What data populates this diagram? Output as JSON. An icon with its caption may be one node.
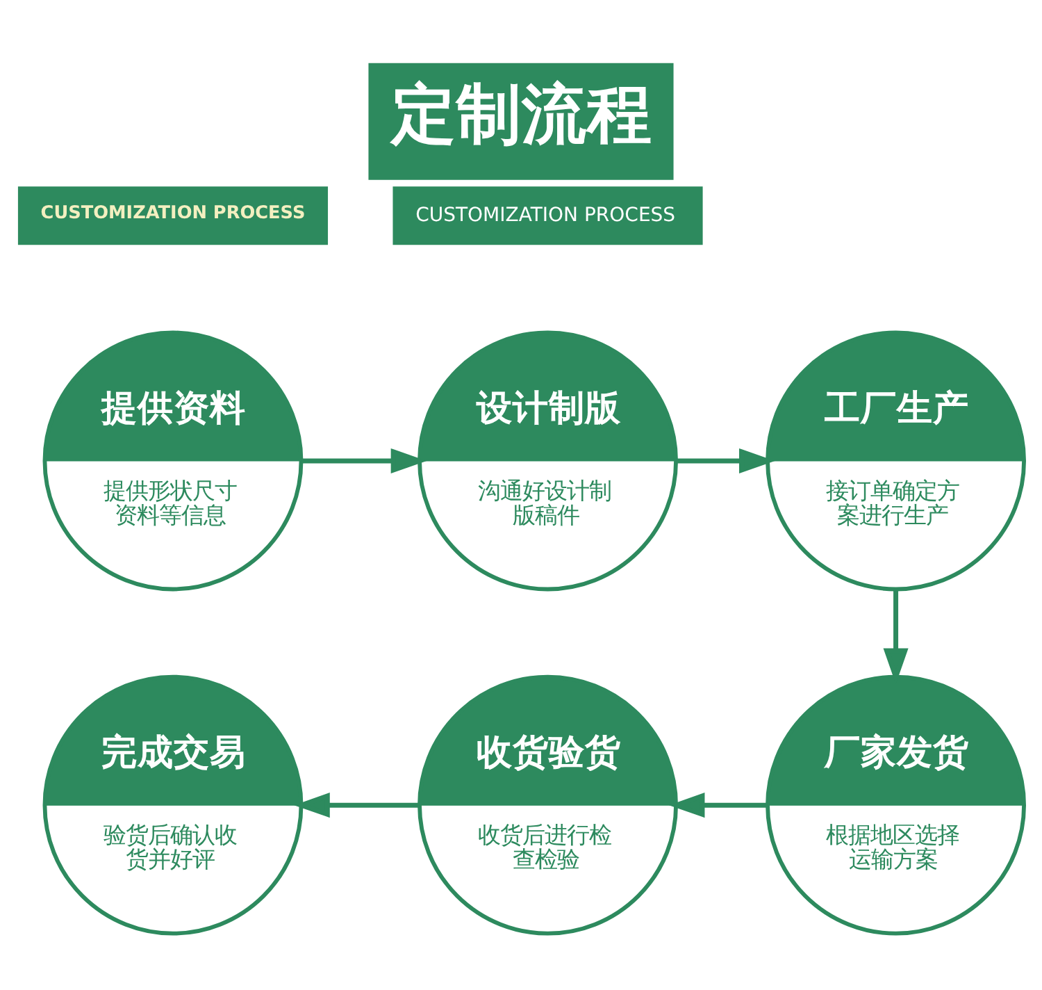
{
  "diagram": {
    "title": "定制流程",
    "nodes": [
      {
        "text": [
          "提供资料",
          "提供形状尺寸资料等信息"
        ]
      },
      {
        "text": [
          "设计制版",
          "沟通好设计制版稿件"
        ]
      },
      {
        "text": [
          "工厂生产",
          "接订单确定方案进行生产"
        ]
      },
      {
        "text": [
          "完成交易",
          "验货后确认收货并好评"
        ]
      },
      {
        "text": [
          "收货验货",
          "收货后进行检查检验"
        ]
      },
      {
        "text": [
          "厂家发货",
          "根据地区选择运输方案"
        ]
      }
    ],
    "edges": [
      {
        "from": 0,
        "to": 1,
        "arrow": "to"
      },
      {
        "from": 1,
        "to": 2,
        "arrow": "to"
      },
      {
        "from": 2,
        "to": 5,
        "arrow": "to"
      },
      {
        "from": 5,
        "to": 4,
        "arrow": "to"
      },
      {
        "from": 4,
        "to": 3,
        "arrow": "to"
      }
    ],
    "labels": [
      "CUSTOMIZATION PROCESS",
      "CUSTOMIZATION PROCESS"
    ]
  }
}
